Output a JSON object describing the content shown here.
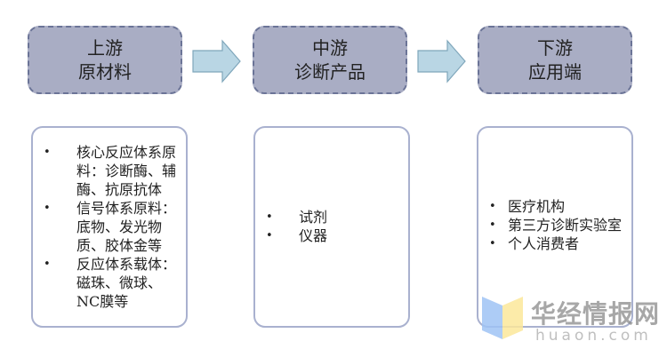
{
  "stages": [
    {
      "title_line1": "上游",
      "title_line2": "原材料"
    },
    {
      "title_line1": "中游",
      "title_line2": "诊断产品"
    },
    {
      "title_line1": "下游",
      "title_line2": "应用端"
    }
  ],
  "details": [
    {
      "items": [
        "核心反应体系原料：诊断酶、辅酶、抗原抗体",
        "信号体系原料：底物、发光物质、胶体金等",
        "反应体系载体：磁珠、微球、NC膜等"
      ]
    },
    {
      "items": [
        "试剂",
        "仪器"
      ]
    },
    {
      "items": [
        "医疗机构",
        "第三方诊断实验室",
        "个人消费者"
      ]
    }
  ],
  "bullet_glyph": "•",
  "arrows": [
    "arrow-right-icon",
    "arrow-right-icon"
  ],
  "colors": {
    "stage_fill": "#a9adc4",
    "stage_border": "#6b7497",
    "arrow_fill": "#b9d6e4",
    "arrow_stroke": "#7fa6bb",
    "detail_border": "#a9b1cf"
  },
  "watermark": {
    "cn": "华经情报网",
    "en": "huaon.com"
  }
}
